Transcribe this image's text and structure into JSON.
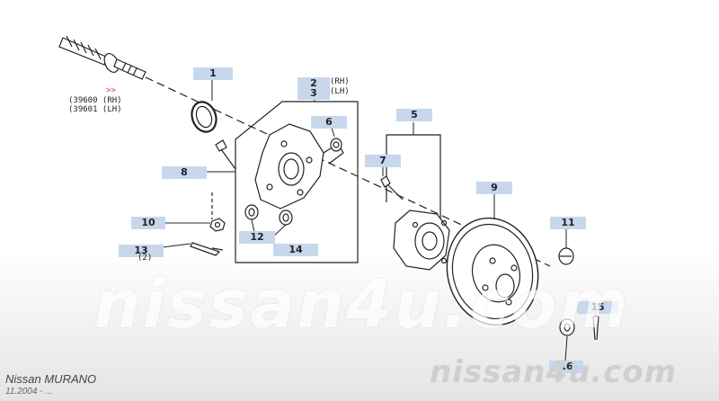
{
  "diagram": {
    "title": "Nissan MURANO",
    "date_range": "11.2004 - ...",
    "watermark_large": "nissan4u.com",
    "watermark_small": "nissan4u.com",
    "callout_color": "#c7d7ec",
    "line_color": "#222222",
    "parts": [
      {
        "ref": "1"
      },
      {
        "ref": "2"
      },
      {
        "ref": "3"
      },
      {
        "ref": "5"
      },
      {
        "ref": "6"
      },
      {
        "ref": "7"
      },
      {
        "ref": "8"
      },
      {
        "ref": "9"
      },
      {
        "ref": "10"
      },
      {
        "ref": "11"
      },
      {
        "ref": "12"
      },
      {
        "ref": "13"
      },
      {
        "ref": "14"
      },
      {
        "ref": "15"
      },
      {
        "ref": "16"
      }
    ],
    "notes": {
      "rh": "(RH)",
      "lh": "(LH)",
      "qty_13": "(2)",
      "driveshaft_arrow": ">>",
      "driveshaft_rh": "(39600 (RH)",
      "driveshaft_lh": "(39601 (LH)"
    }
  }
}
